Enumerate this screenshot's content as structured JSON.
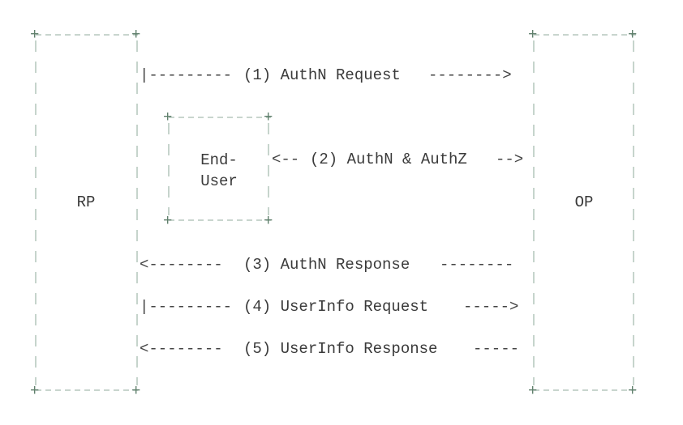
{
  "diagram": {
    "participants": {
      "rp": "RP",
      "op": "OP",
      "end_user_line1": "End-",
      "end_user_line2": "User"
    },
    "messages": [
      {
        "id": "authn-request",
        "text": "(1) AuthN Request"
      },
      {
        "id": "authn-authz",
        "text": "(2) AuthN & AuthZ"
      },
      {
        "id": "authn-response",
        "text": "(3) AuthN Response"
      },
      {
        "id": "userinfo-request",
        "text": "(4) UserInfo Request"
      },
      {
        "id": "userinfo-response",
        "text": "(5) UserInfo Response"
      }
    ],
    "colors": {
      "frame": "#a8bcb0",
      "corner": "#5f7f6c",
      "arrow": "#444444",
      "text": "#3a3a3a"
    }
  }
}
